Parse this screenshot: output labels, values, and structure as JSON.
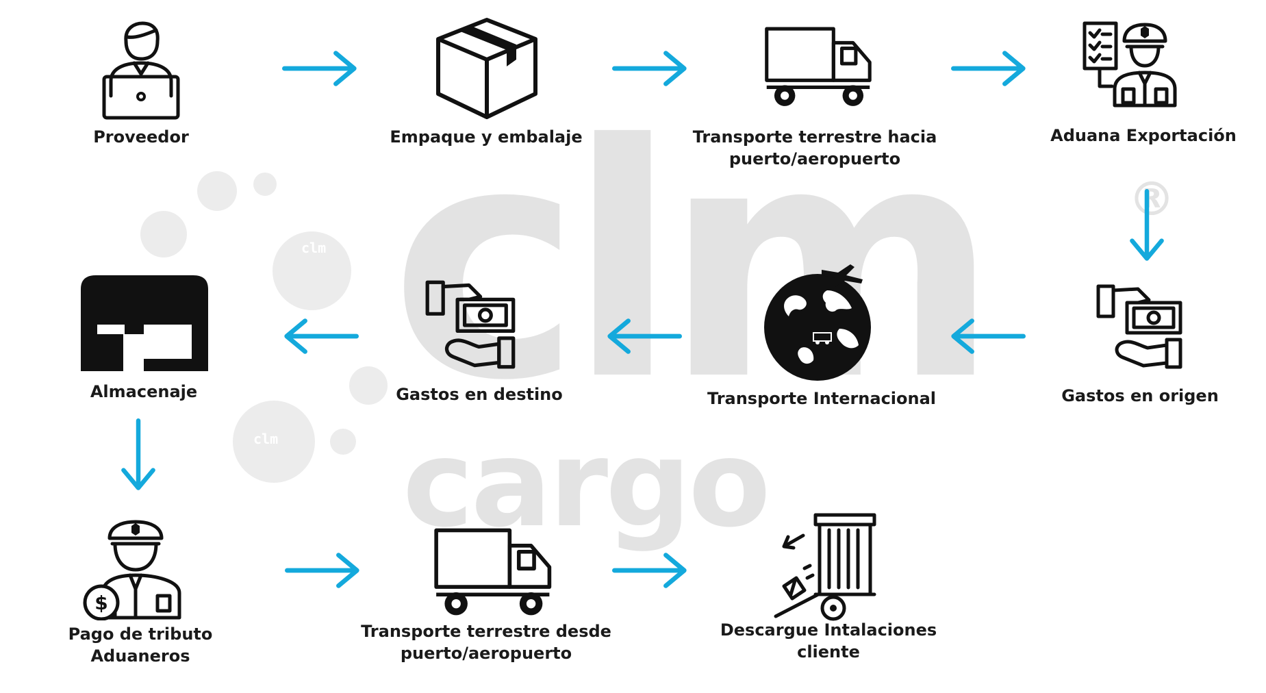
{
  "colors": {
    "arrow": "#14a9dc",
    "icon": "#111111",
    "watermark": "#e3e3e3"
  },
  "watermark": {
    "brand": "clm",
    "sub": "cargo",
    "registered": "®",
    "mini_badge": "clm"
  },
  "steps": [
    {
      "id": "proveedor",
      "icon": "user-laptop-icon",
      "label": "Proveedor"
    },
    {
      "id": "empaque",
      "icon": "package-box-icon",
      "label": "Empaque y embalaje"
    },
    {
      "id": "transporte-origen",
      "icon": "truck-icon",
      "label": "Transporte terrestre hacia\npuerto/aeropuerto"
    },
    {
      "id": "aduana",
      "icon": "customs-officer-icon",
      "label": "Aduana Exportación"
    },
    {
      "id": "gastos-origen",
      "icon": "payment-hands-icon",
      "label": "Gastos en origen"
    },
    {
      "id": "internacional",
      "icon": "globe-plane-icon",
      "label": "Transporte Internacional"
    },
    {
      "id": "gastos-destino",
      "icon": "payment-hands-icon",
      "label": "Gastos en destino"
    },
    {
      "id": "almacenaje",
      "icon": "warehouse-icon",
      "label": "Almacenaje"
    },
    {
      "id": "tributo",
      "icon": "officer-dollar-icon",
      "label": "Pago de tributo\nAduaneros"
    },
    {
      "id": "transporte-destino",
      "icon": "truck-icon",
      "label": "Transporte terrestre desde\npuerto/aeropuerto"
    },
    {
      "id": "descargue",
      "icon": "unloading-container-icon",
      "label": "Descargue Intalaciones\ncliente"
    }
  ]
}
